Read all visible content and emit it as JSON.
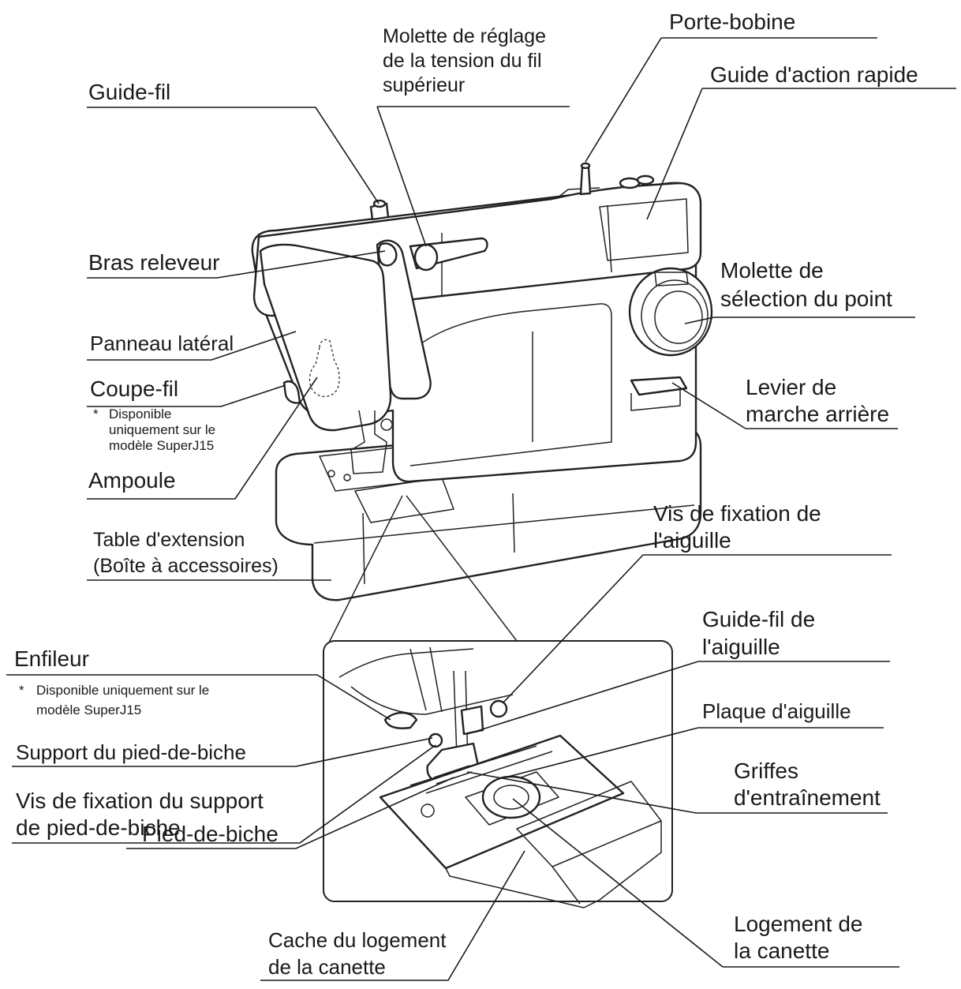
{
  "labels": {
    "porte_bobine": "Porte-bobine",
    "molette_tension": [
      "Molette de réglage",
      "de la tension du fil",
      "supérieur"
    ],
    "guide_fil": "Guide-fil",
    "guide_action_rapide": "Guide d'action rapide",
    "bras_releveur": "Bras releveur",
    "molette_selection": [
      "Molette de",
      "sélection du point"
    ],
    "panneau_lateral": "Panneau latéral",
    "coupe_fil": "Coupe-fil",
    "coupe_fil_note": [
      "*",
      "Disponible",
      "uniquement sur le",
      "modèle SuperJ15"
    ],
    "levier_marche_arriere": [
      "Levier de",
      "marche arrière"
    ],
    "ampoule": "Ampoule",
    "vis_fixation_aiguille": [
      "Vis de fixation de",
      "l'aiguille"
    ],
    "table_extension": [
      "Table d'extension",
      "(Boîte à accessoires)"
    ],
    "guide_fil_aiguille": [
      "Guide-fil de",
      "l'aiguille"
    ],
    "enfileur": "Enfileur",
    "enfileur_note": [
      "*",
      "Disponible uniquement sur le",
      "modèle SuperJ15"
    ],
    "plaque_aiguille": "Plaque d'aiguille",
    "support_pied": "Support du pied-de-biche",
    "griffes": [
      "Griffes",
      "d'entraînement"
    ],
    "vis_support_pied": [
      "Vis de fixation du support",
      "de pied-de-biche"
    ],
    "pied_de_biche": "Pied-de-biche",
    "logement_canette": [
      "Logement de",
      "la canette"
    ],
    "cache_logement": [
      "Cache du logement",
      "de la canette"
    ]
  }
}
